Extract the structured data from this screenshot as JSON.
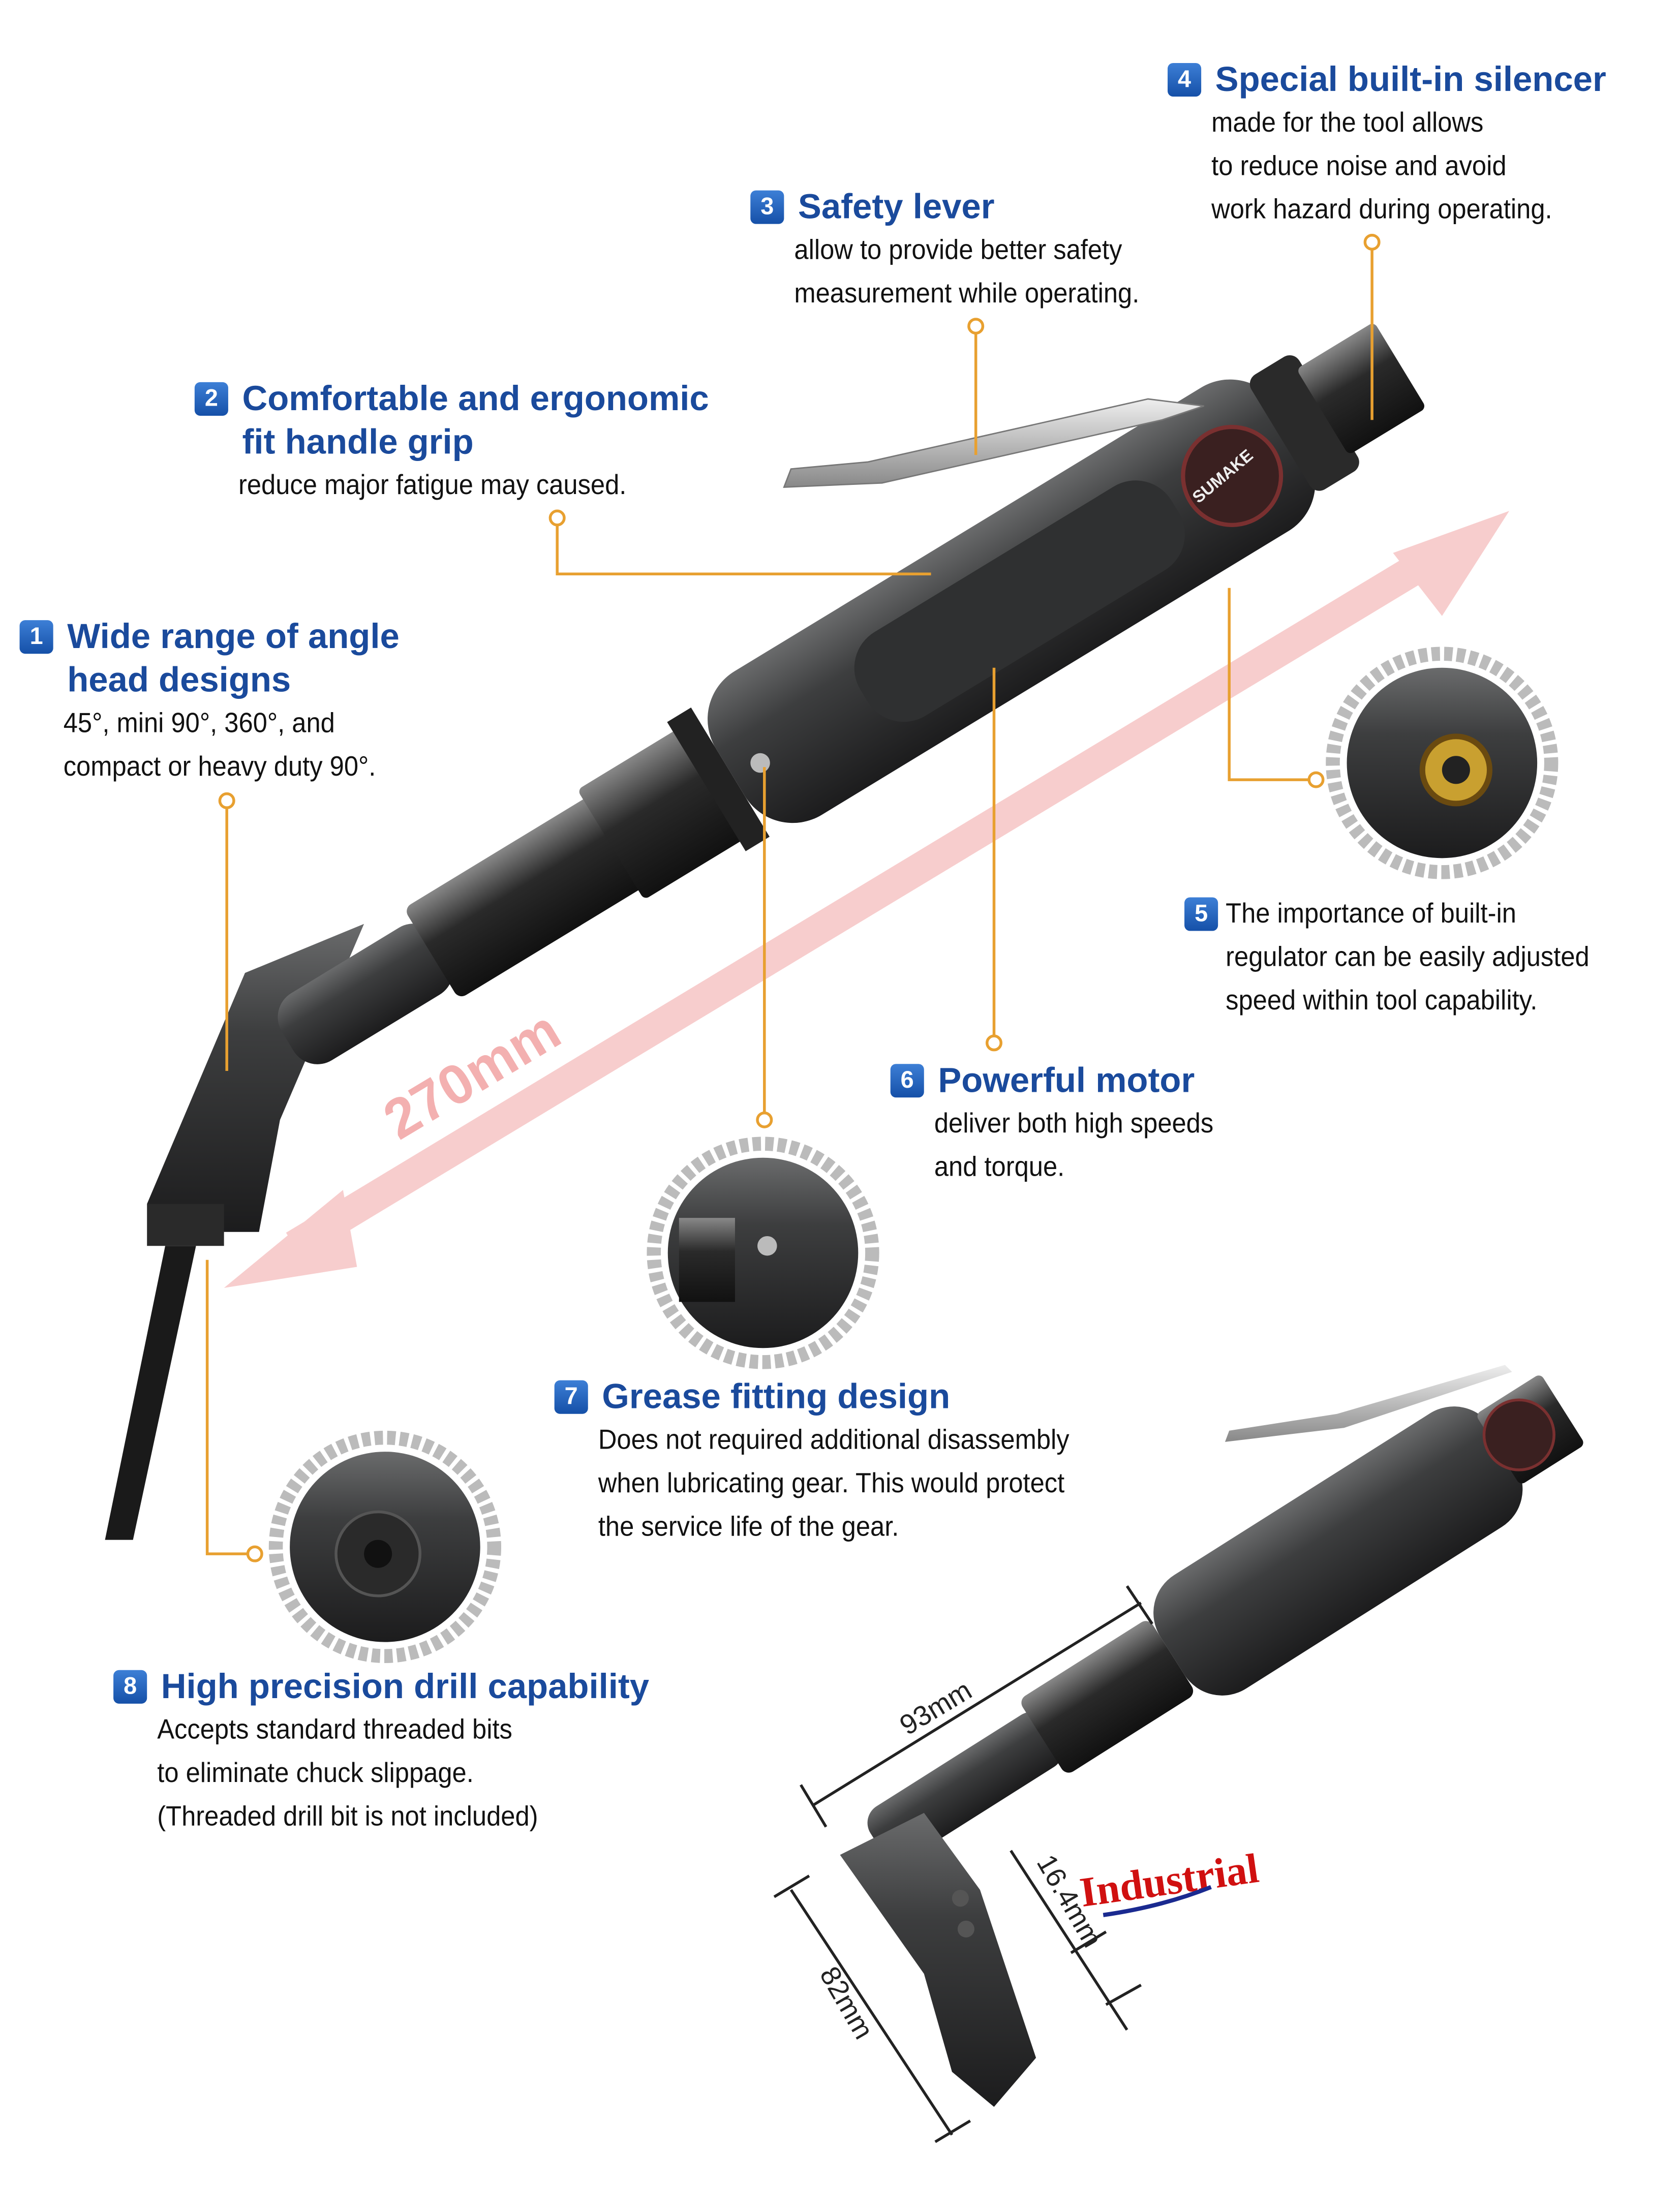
{
  "features": [
    {
      "number": "1",
      "title": [
        "Wide range of angle",
        "head designs"
      ],
      "body": [
        "45°, mini 90°, 360°, and",
        "compact or heavy duty 90°."
      ]
    },
    {
      "number": "2",
      "title": [
        "Comfortable and ergonomic",
        "fit handle grip"
      ],
      "body": [
        "reduce major fatigue may caused."
      ]
    },
    {
      "number": "3",
      "title": [
        "Safety lever"
      ],
      "body": [
        "allow to provide better safety",
        "measurement while operating."
      ]
    },
    {
      "number": "4",
      "title": [
        "Special built-in silencer"
      ],
      "body": [
        "made for the tool allows",
        "to reduce noise and avoid",
        "work hazard during operating."
      ]
    },
    {
      "number": "5",
      "title": [],
      "body": [
        "The importance of built-in",
        "regulator can be easily adjusted",
        "speed within tool capability."
      ]
    },
    {
      "number": "6",
      "title": [
        "Powerful motor"
      ],
      "body": [
        "deliver both high speeds",
        "and torque."
      ]
    },
    {
      "number": "7",
      "title": [
        "Grease fitting design"
      ],
      "body": [
        "Does not required additional disassembly",
        "when lubricating gear. This would protect",
        "the service life of the gear."
      ]
    },
    {
      "number": "8",
      "title": [
        "High precision drill capability"
      ],
      "body": [
        "Accepts standard threaded bits",
        "to eliminate chuck slippage.",
        "(Threaded drill bit is not included)"
      ]
    }
  ],
  "dimensions": {
    "overall_length": "270mm",
    "extension": "93mm",
    "head_width": "16.4mm",
    "head_length": "82mm"
  },
  "logos": {
    "brand": "SUMAKE",
    "industrial": "Industrial"
  },
  "colors": {
    "title_blue": "#1a4a9c",
    "leader_orange": "#e8a030",
    "arrow_pink": "#f4b8b8",
    "tool_body": "#3a3b3c"
  }
}
